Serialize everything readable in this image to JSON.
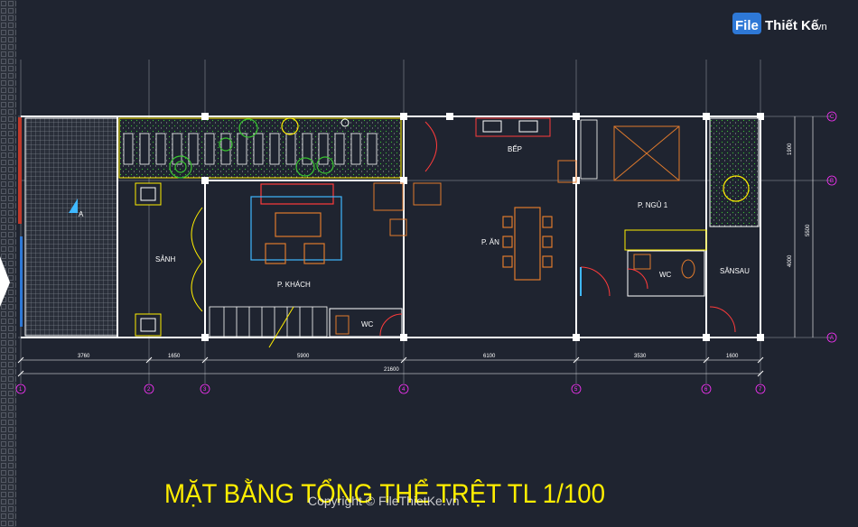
{
  "title": "MẶT BẰNG TỔNG THỂ TRỆT TL 1/100",
  "watermark": "Copyright © FileThietKe.vn",
  "logo": {
    "file": "File",
    "rest": "Thiết Kế",
    "domain": ".vn"
  },
  "rooms": {
    "sanh": "SẢNH",
    "khach": "P. KHÁCH",
    "bep": "BẾP",
    "an": "P. ĂN",
    "ngu": "P. NGỦ 1",
    "wc1": "WC",
    "wc2": "WC",
    "sansau": "SÂNSAU",
    "a_mark": "A"
  },
  "dims": {
    "d1": "3760",
    "d2": "1650",
    "d3": "5900",
    "d4": "6100",
    "d5": "3530",
    "d6": "1600",
    "total": "21600",
    "v1": "1900",
    "v2": "4000",
    "v3": "5500"
  },
  "axes_x": [
    "1",
    "2",
    "3",
    "4",
    "5",
    "6",
    "7"
  ],
  "axes_y": [
    "C",
    "B",
    "A"
  ],
  "colors": {
    "background": "#1f2430",
    "wall": "#ffffff",
    "title": "#ffee00",
    "axis": "#ff33ff",
    "planting": "#39c431",
    "furniture_cyan": "#3fb8ff",
    "furniture_red": "#ff3b3b",
    "furniture_orange": "#e07a2c"
  }
}
